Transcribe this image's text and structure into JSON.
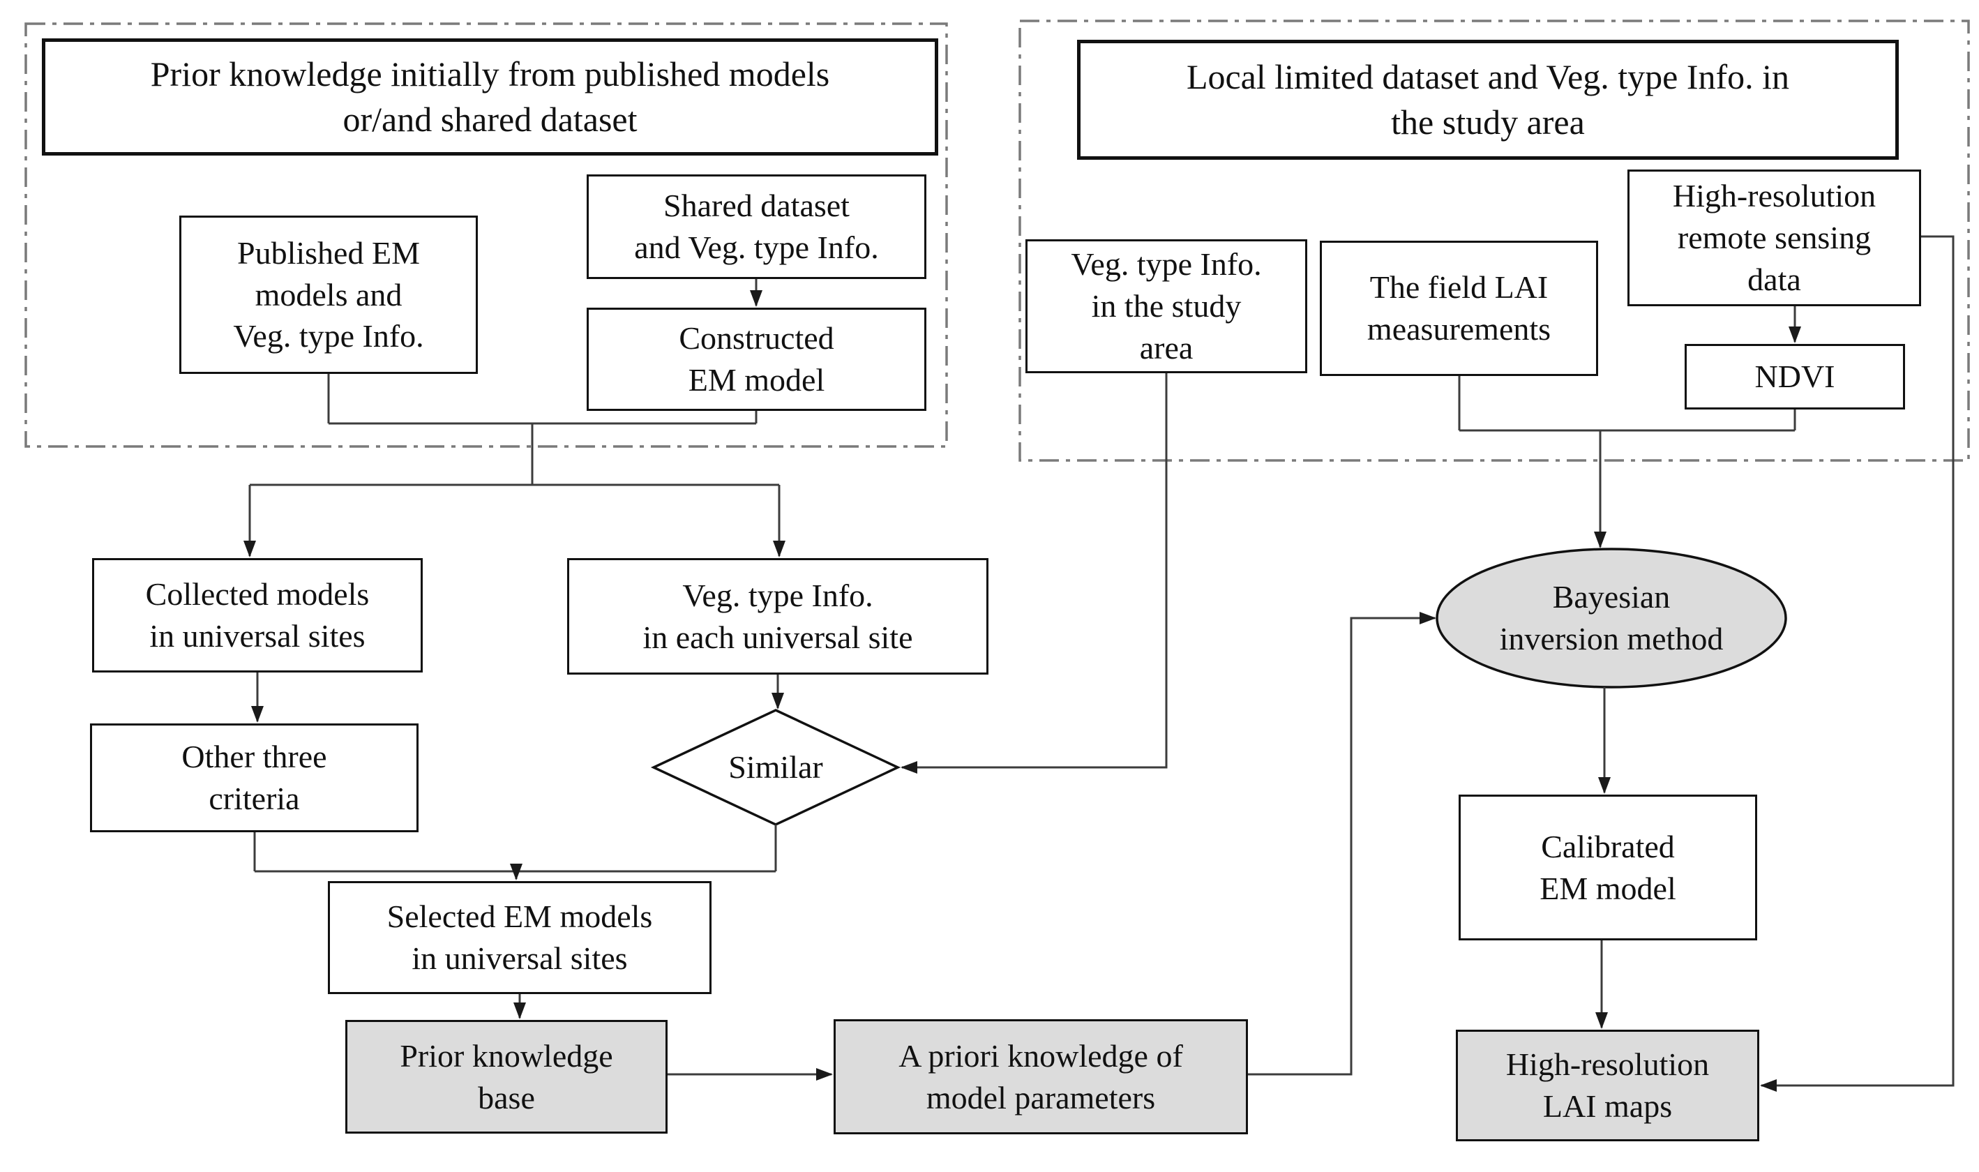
{
  "figure": {
    "type": "flowchart",
    "colors": {
      "box_fill": "#ffffff",
      "shaded_fill": "#dcdcdc",
      "box_border": "#111111",
      "connector": "#3c3c3c",
      "dashed_border": "#7a7a7a",
      "text": "#111111"
    },
    "panels": {
      "left_title": "Prior knowledge initially from published models\nor/and shared dataset",
      "right_title": "Local limited dataset and Veg. type Info. in\nthe study area"
    },
    "nodes": {
      "published_em": "Published EM\nmodels and\nVeg. type Info.",
      "shared_dataset": "Shared dataset\nand Veg. type Info.",
      "constructed_em": "Constructed\nEM model",
      "veg_study": "Veg. type Info.\nin the study\narea",
      "field_lai": "The field LAI\nmeasurements",
      "high_res_data": "High-resolution\nremote sensing\ndata",
      "ndvi": "NDVI",
      "collected_models": "Collected models\nin universal sites",
      "veg_universal": "Veg. type Info.\nin each universal site",
      "other_criteria": "Other three\ncriteria",
      "similar": "Similar",
      "selected_em": "Selected EM models\nin universal sites",
      "prior_kb": "Prior knowledge\nbase",
      "apriori": "A priori knowledge of\nmodel parameters",
      "bayesian": "Bayesian\ninversion method",
      "calibrated_em": "Calibrated\nEM model",
      "lai_maps": "High-resolution\nLAI maps"
    }
  }
}
